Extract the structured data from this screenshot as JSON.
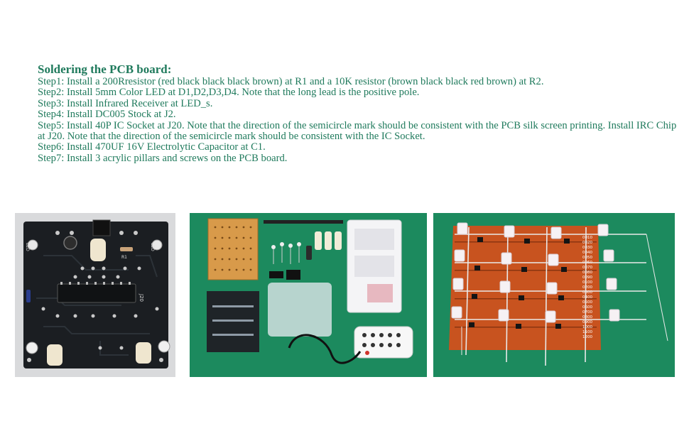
{
  "document": {
    "heading": "Soldering the PCB board:",
    "steps": [
      "Step1: Install a 200Rresistor (red black black black brown) at R1 and a 10K resistor (brown black black red brown) at R2.",
      "Step2: Install 5mm Color LED at D1,D2,D3,D4. Note that the long lead is the positive pole.",
      "Step3: Install Infrared Receiver at LED_s.",
      "Step4: Install DC005 Stock at J2.",
      "Step5: Install 40P IC Socket at J20. Note that the direction of the semicircle mark should be consistent with the PCB silk screen printing.  Install IRC Chip at J20. Note that the direction of the semicircle mark should be consistent with the IC Socket.",
      "Step6: Install 470UF 16V Electrolytic Capacitor at C1.",
      "Step7: Install 3 acrylic pillars and screws on the PCB board."
    ]
  },
  "photos": {
    "pcb": {
      "labels": {
        "led_tl": "LED",
        "led_tr": "LED",
        "r1": "R1",
        "j20": "J20"
      }
    },
    "matrix": {
      "row_labels": [
        "0010",
        "0020",
        "0030",
        "0040",
        "0050",
        "0060",
        "0070",
        "0080",
        "0090",
        "0100",
        "0200",
        "0300",
        "0400",
        "0500",
        "0600",
        "0700",
        "0800",
        "0900",
        "1000",
        "1100",
        "1200"
      ]
    }
  },
  "colors": {
    "text": "#1f7a5c",
    "pcb": "#1b1e22",
    "mat_green": "#1c8a5e",
    "proto_board": "#c8531f"
  }
}
